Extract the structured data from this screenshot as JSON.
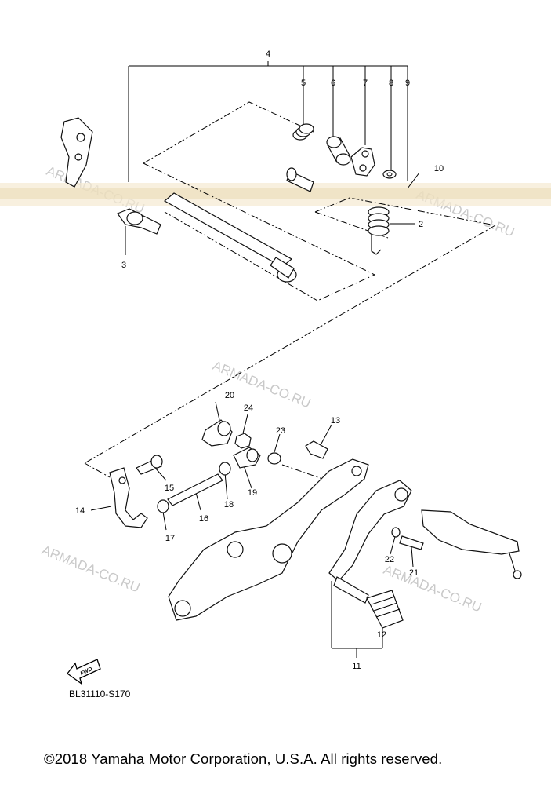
{
  "diagram": {
    "watermark": "ARMADA-CO.RU",
    "callouts": [
      "2",
      "3",
      "4",
      "5",
      "6",
      "7",
      "8",
      "9",
      "10",
      "11",
      "12",
      "13",
      "14",
      "15",
      "16",
      "17",
      "18",
      "19",
      "20",
      "21",
      "22",
      "23",
      "24"
    ],
    "fwd_label": "FWD",
    "diagram_code": "BL31110-S170",
    "copyright": "©2018 Yamaha Motor Corporation, U.S.A. All rights reserved."
  }
}
